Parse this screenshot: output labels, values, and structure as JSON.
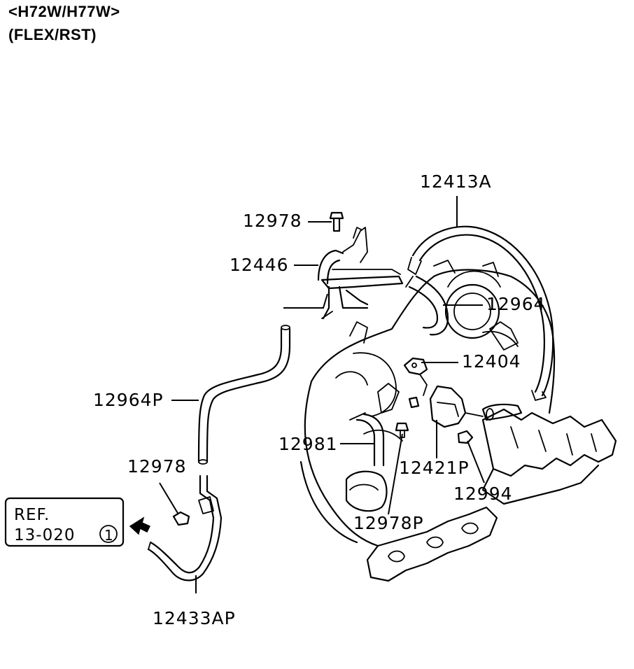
{
  "header": {
    "line1": "<H72W/H77W>",
    "line2": "(FLEX/RST)"
  },
  "parts": {
    "p12413A": "12413A",
    "p12978_top": "12978",
    "p12446": "12446",
    "p12964": "12964",
    "p12404": "12404",
    "p12964P": "12964P",
    "p12981": "12981",
    "p12978_left": "12978",
    "p12421P": "12421P",
    "p12994": "12994",
    "p12978P": "12978P",
    "p12433AP": "12433AP"
  },
  "reference": {
    "line1": "REF.",
    "line2": "13-020",
    "circled": "1"
  }
}
